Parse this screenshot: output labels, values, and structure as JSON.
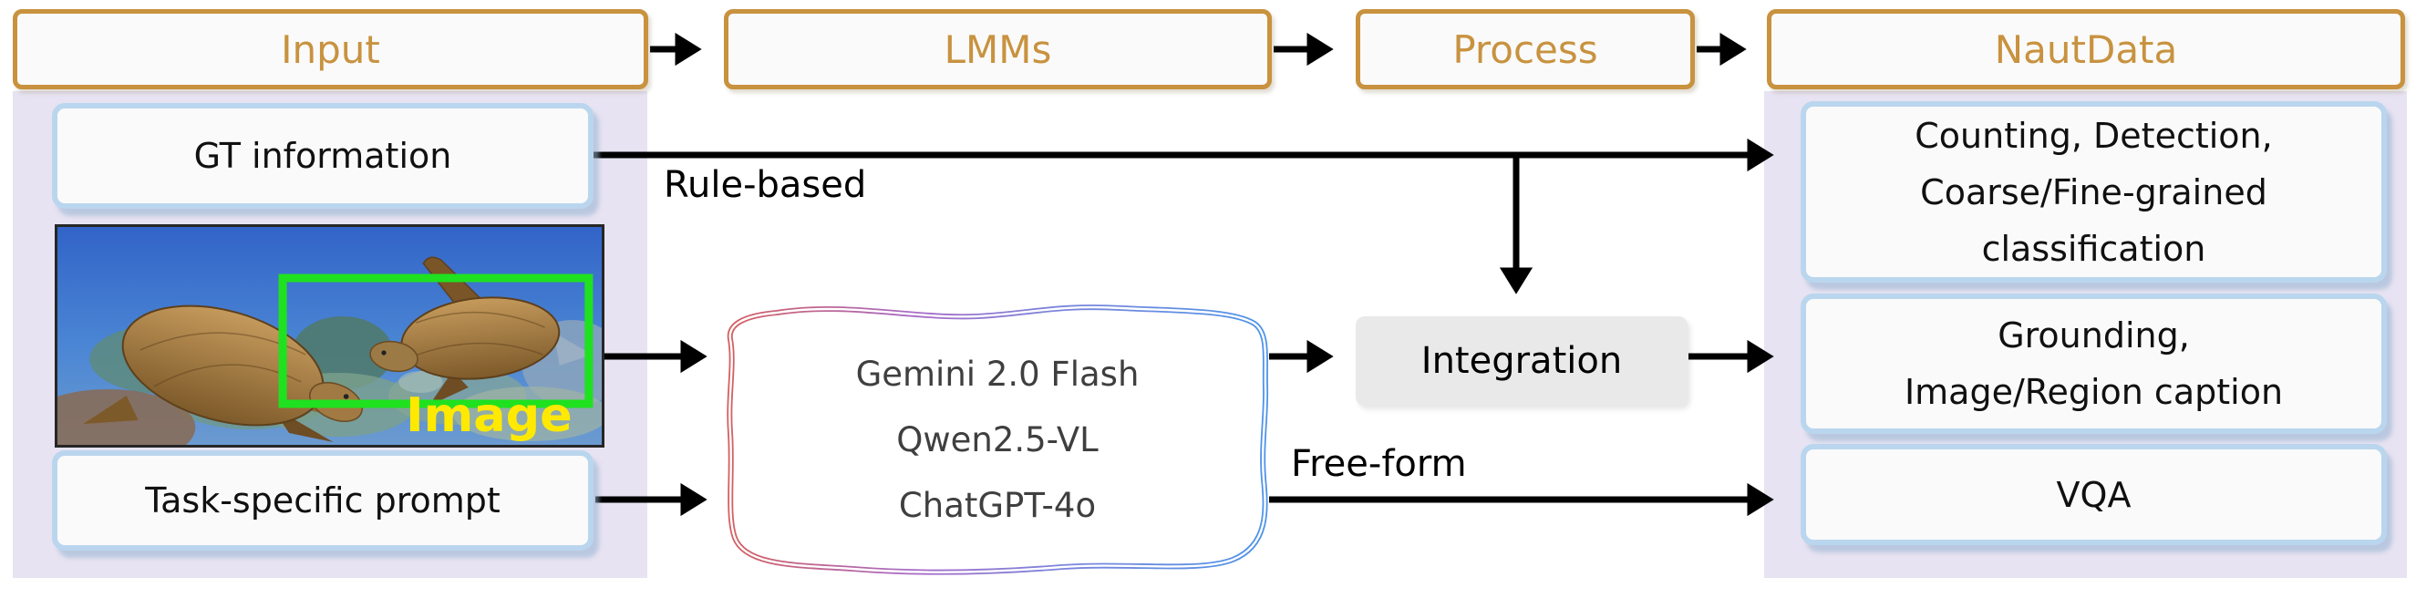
{
  "header": {
    "stages": [
      {
        "label": "Input"
      },
      {
        "label": "LMMs"
      },
      {
        "label": "Process"
      },
      {
        "label": "NautData"
      }
    ]
  },
  "inputs": {
    "gt_label": "GT information",
    "image_caption": "Image",
    "prompt_label": "Task-specific prompt"
  },
  "lmms": {
    "models": [
      "Gemini 2.0 Flash",
      "Qwen2.5-VL",
      "ChatGPT-4o"
    ]
  },
  "process": {
    "integration_label": "Integration"
  },
  "edges": {
    "rule_based": "Rule-based",
    "free_form": "Free-form"
  },
  "outputs": [
    {
      "lines": [
        "Counting, Detection,",
        "Coarse/Fine-grained",
        "classification"
      ]
    },
    {
      "lines": [
        "Grounding,",
        "Image/Region caption"
      ]
    },
    {
      "lines": [
        "VQA"
      ]
    }
  ],
  "colors": {
    "header_accent": "#c8923f",
    "panel_lavender": "#e7e3f2",
    "card_border_blue": "#bad6ee",
    "card_fill": "#fafafa",
    "integration_gray": "#e9e9e9",
    "arrow_black": "#000000",
    "bbox_green": "#1fe11f",
    "image_caption_yellow": "#ffe900",
    "lmm_border_gradient": [
      "#d46060",
      "#a76cc8",
      "#4e94e8"
    ]
  }
}
